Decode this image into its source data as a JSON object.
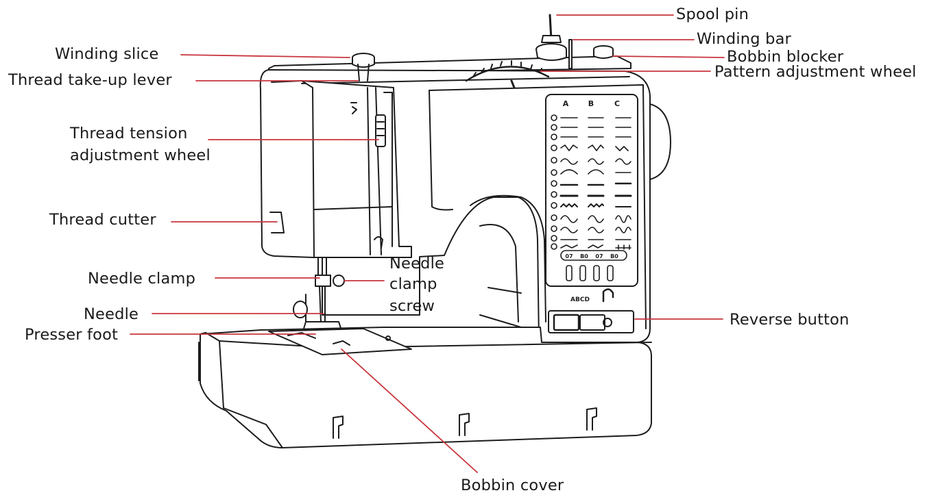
{
  "colors": {
    "leader": "#c8343c",
    "outline": "#1c1c1c",
    "text": "#1a1a1a",
    "background": "#ffffff"
  },
  "labels": {
    "spool_pin": "Spool pin",
    "winding_bar": "Winding bar",
    "bobbin_blocker": "Bobbin blocker",
    "pattern_wheel": "Pattern adjustment wheel",
    "winding_slice": "Winding slice",
    "take_up_lever": "Thread take-up lever",
    "tension_wheel_line1": "Thread  tension",
    "tension_wheel_line2": "adjustment wheel",
    "thread_cutter": "Thread cutter",
    "needle_clamp": "Needle clamp",
    "needle_clamp_screw_line1": "Needle",
    "needle_clamp_screw_line2": "clamp",
    "needle_clamp_screw_line3": "screw",
    "needle": "Needle",
    "presser_foot": "Presser foot",
    "reverse_button": "Reverse button",
    "bobbin_cover": "Bobbin cover"
  },
  "stitch_panel": {
    "columns": [
      "A",
      "B",
      "C"
    ],
    "rows": 13,
    "foot_codes": [
      "07",
      "B0",
      "07",
      "B0"
    ],
    "selector_letters": "ABCD"
  }
}
